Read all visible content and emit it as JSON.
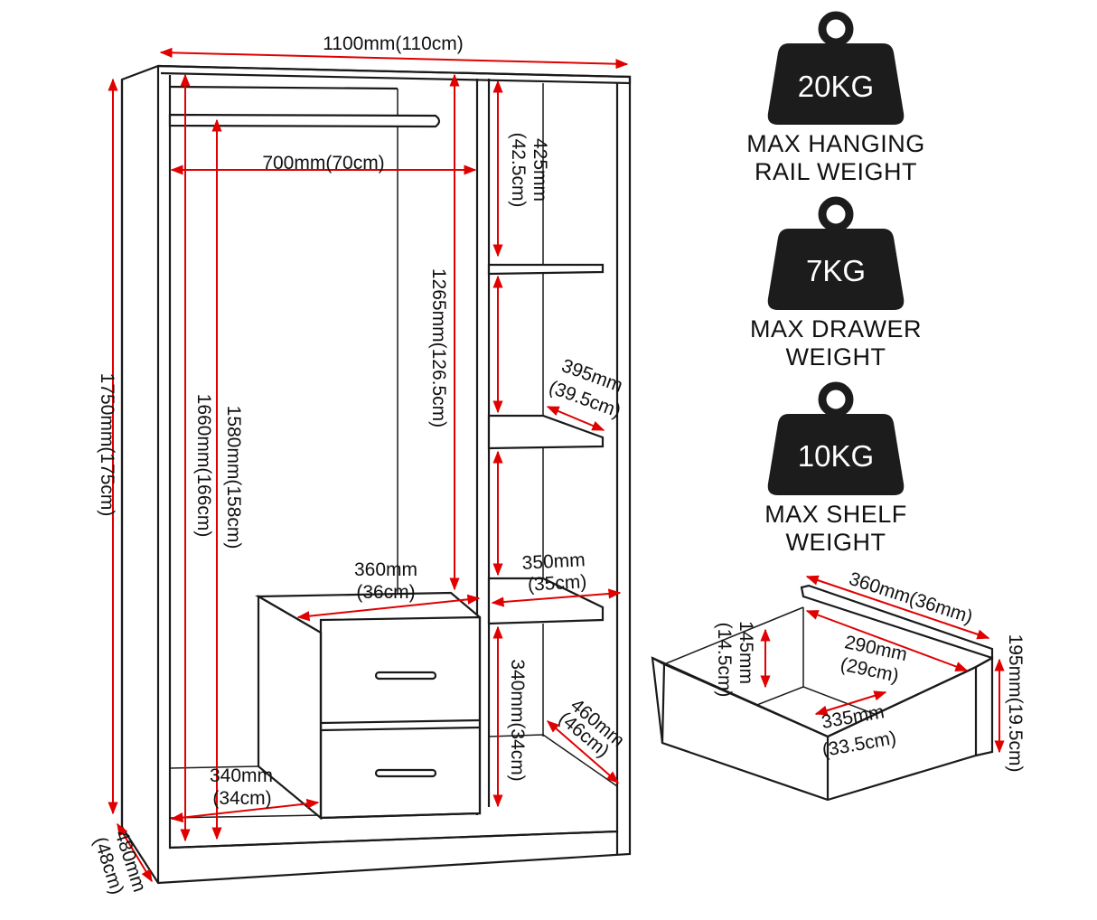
{
  "colors": {
    "line": "#1a1a1a",
    "dimension": "#e00000",
    "weight_fill": "#1c1c1c",
    "background": "#ffffff"
  },
  "dimensions": {
    "total_width": "1100mm(110cm)",
    "total_height": "1750mm(175cm)",
    "depth_mm": "480mm",
    "depth_cm": "(48cm)",
    "hanging_width": "700mm(70cm)",
    "rail_height": "1580mm(158cm)",
    "inner_height": "1660mm(166cm)",
    "hanging_space": "1265mm(126.5cm)",
    "top_shelf_mm": "425mm",
    "top_shelf_cm": "(42.5cm)",
    "shelf_depth_mm": "395mm",
    "shelf_depth_cm": "(39.5cm)",
    "shelf_width_mm": "350mm",
    "shelf_width_cm": "(35cm)",
    "drawer_unit_width_mm": "360mm",
    "drawer_unit_width_cm": "(36cm)",
    "bottom_shelf_mm": "340mm(34cm)",
    "bottom_depth_mm": "460mm",
    "bottom_depth_cm": "(46cm)",
    "base_depth_mm": "340mm",
    "base_depth_cm": "(34cm)"
  },
  "drawer": {
    "outer_width": "360mm(36mm)",
    "inner_width_mm": "290mm",
    "inner_width_cm": "(29cm)",
    "inner_height_mm": "145mm",
    "inner_height_cm": "(14.5cm)",
    "inner_depth_mm": "335mm",
    "inner_depth_cm": "(33.5cm)",
    "front_height": "195mm(19.5cm)"
  },
  "weights": [
    {
      "value": "20KG",
      "caption_line1": "MAX HANGING",
      "caption_line2": "RAIL WEIGHT"
    },
    {
      "value": "7KG",
      "caption_line1": "MAX DRAWER",
      "caption_line2": "WEIGHT"
    },
    {
      "value": "10KG",
      "caption_line1": "MAX SHELF",
      "caption_line2": "WEIGHT"
    }
  ]
}
